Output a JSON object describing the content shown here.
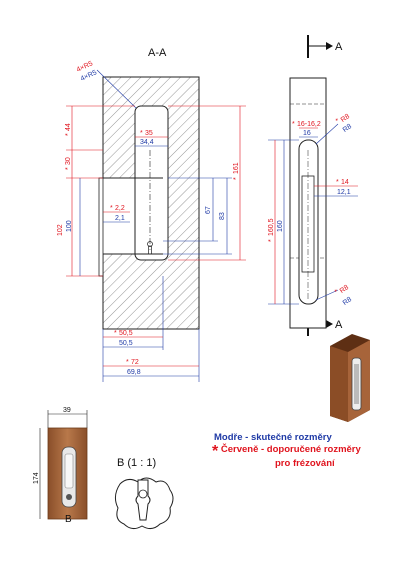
{
  "section_title": "A-A",
  "section_marker": "A",
  "detail_label": "B (1 : 1)",
  "detail_letter": "B",
  "colors": {
    "blue": "#1f3aa6",
    "red": "#e0141e",
    "wood": "#a0623a",
    "hatch": "#7a7a7a"
  },
  "main": {
    "radius_red": "4×R5",
    "radius_blue": "4×R5",
    "dim_44": "44",
    "dim_30": "30",
    "dim_102_red": "102",
    "dim_100": "100",
    "dim_35_red": "35",
    "dim_34_4": "34,4",
    "dim_2_2_red": "2,2",
    "dim_2_1": "2,1",
    "dim_67": "67",
    "dim_83": "83",
    "dim_161_red": "161",
    "dim_50_5_red": "50,5",
    "dim_50_5": "50,5",
    "dim_72_red": "72",
    "dim_69_8": "69,8"
  },
  "side": {
    "dim_16_red": "16-16,2",
    "dim_16": "16",
    "r8_top_red": "R8",
    "r8_top_blue": "R8",
    "dim_14_red": "14",
    "dim_12_1": "12,1",
    "dim_160_5_red": "160,5",
    "dim_160": "160",
    "r8_bot_red": "R8",
    "r8_bot_blue": "R8"
  },
  "small": {
    "dim_39": "39",
    "dim_174": "174"
  },
  "legend": {
    "line1": "Modře - skutečné rozměry",
    "line2_star": "*",
    "line2": "Červeně - doporučené rozměry",
    "line3": "pro frézování"
  }
}
